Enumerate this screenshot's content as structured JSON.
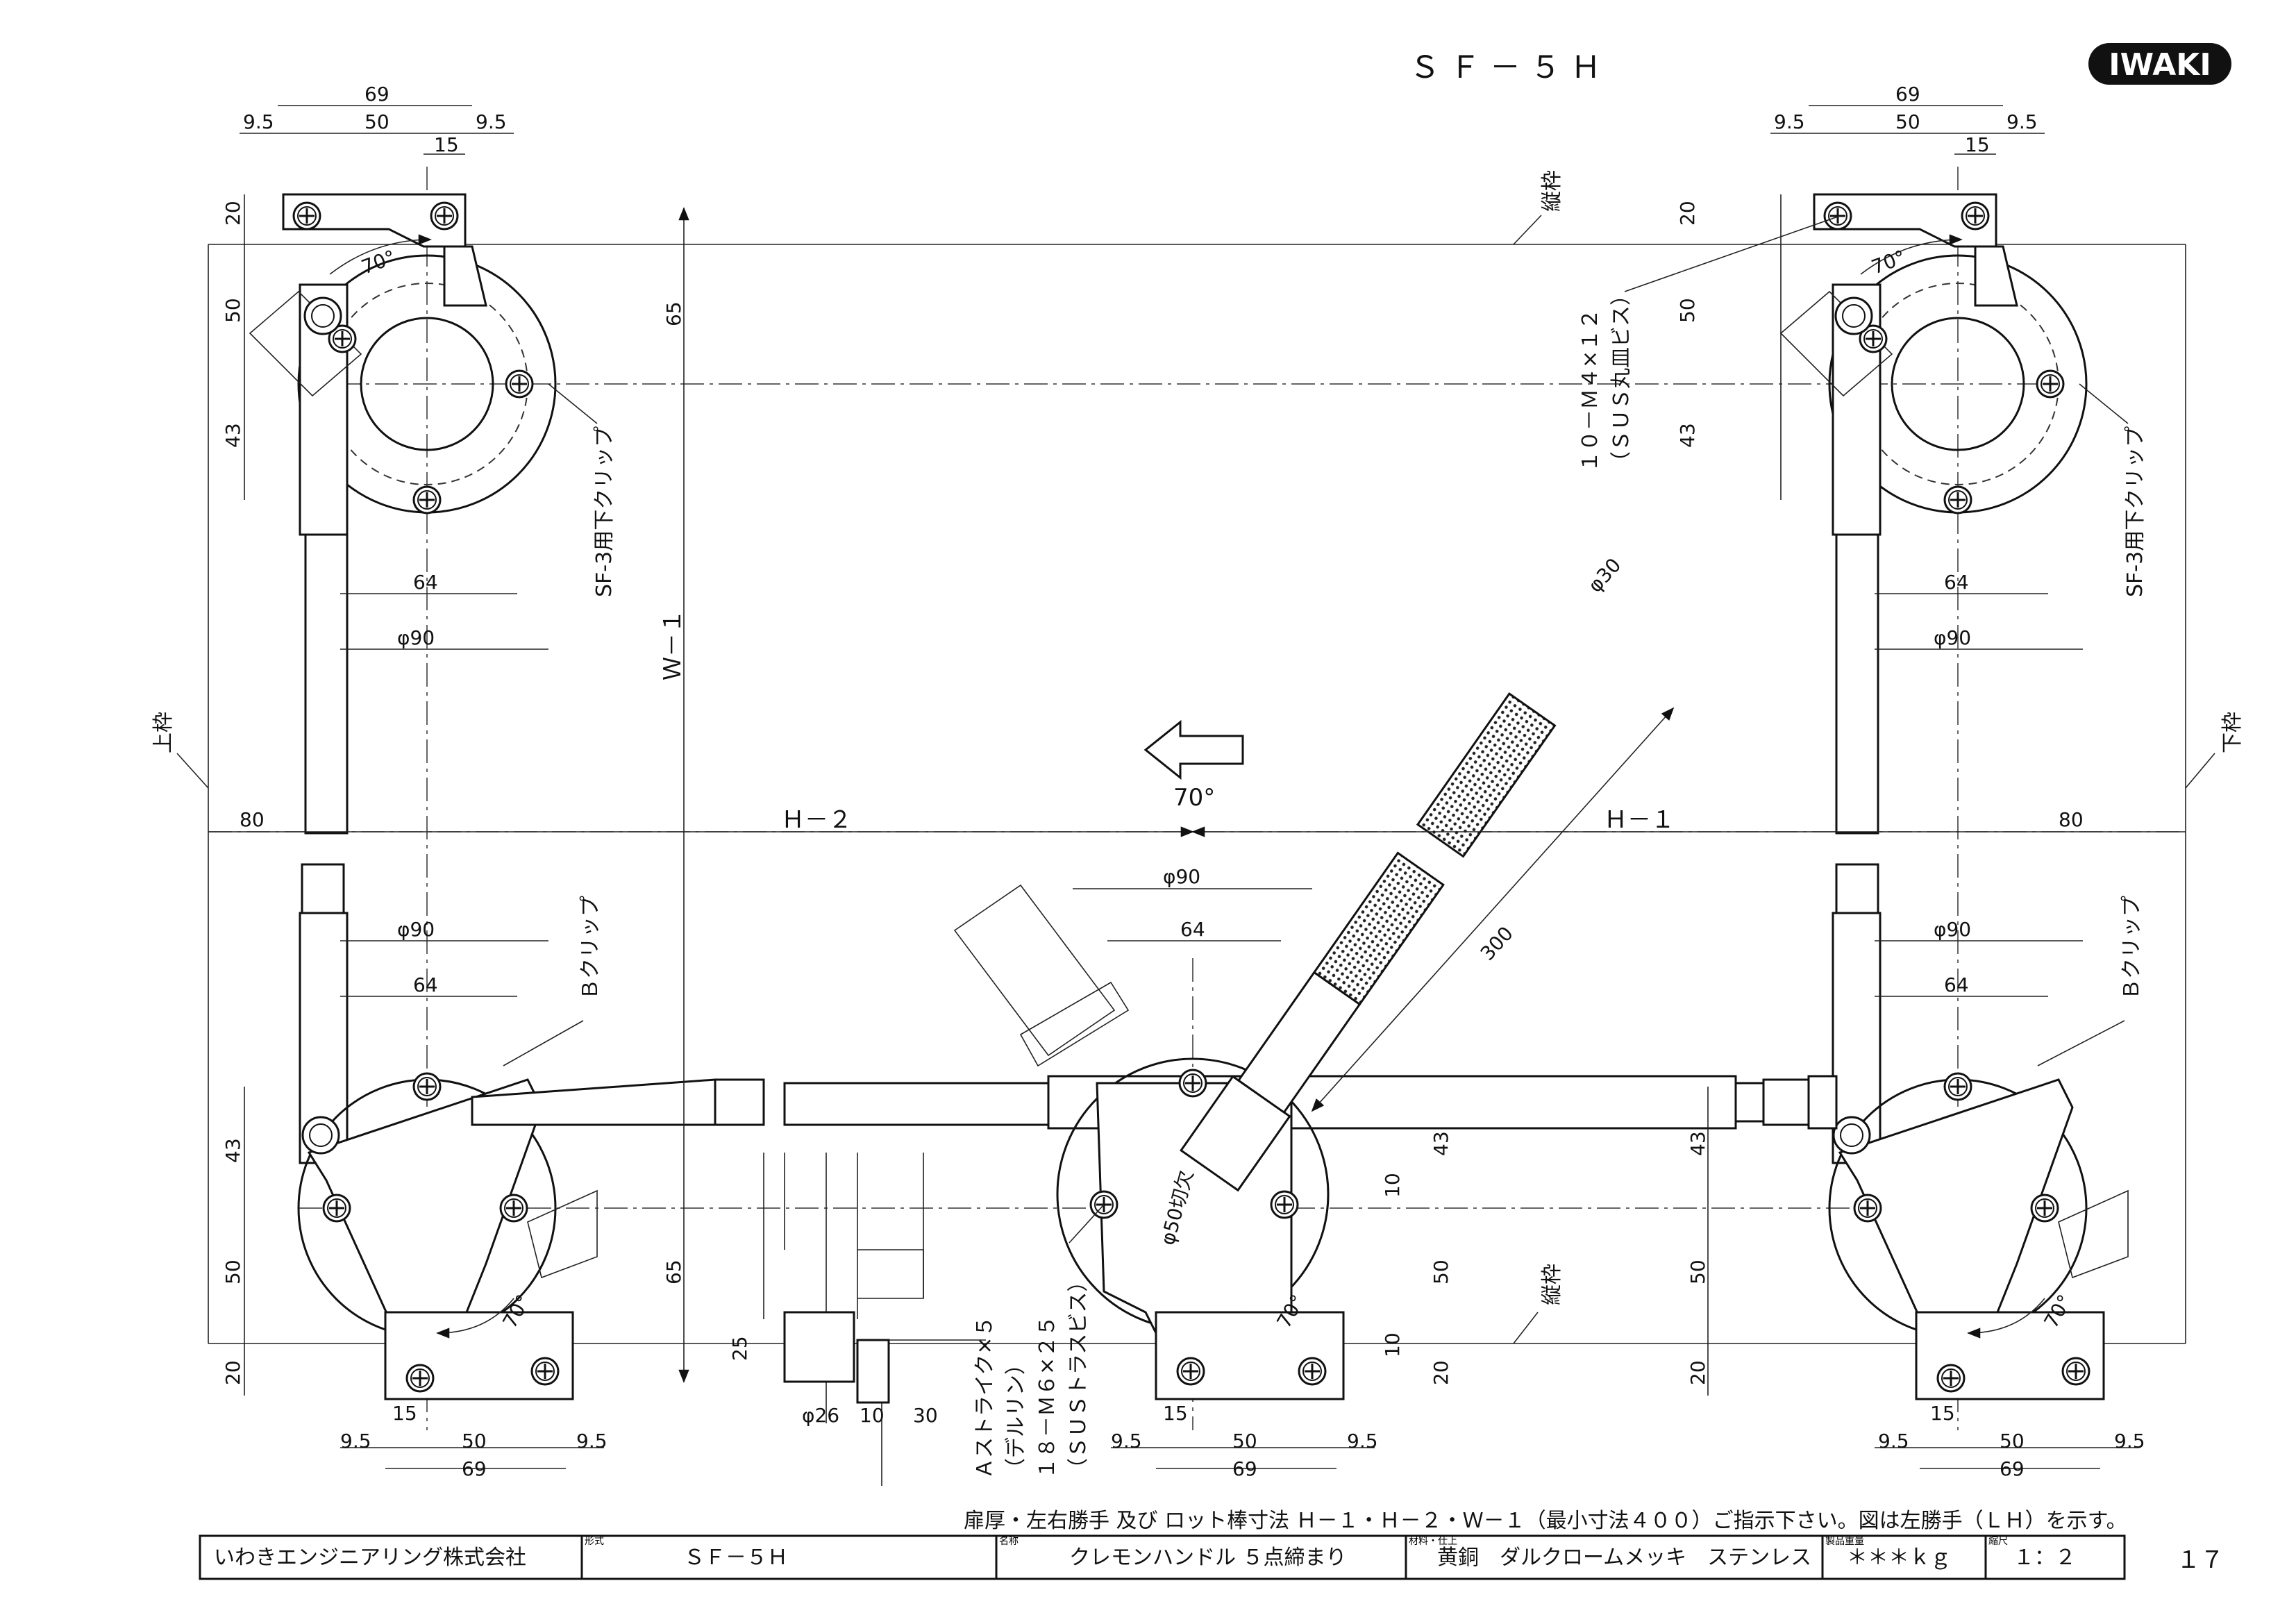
{
  "title": "ＳＦ－５Ｈ",
  "logo": "IWAKI",
  "page_number": "１７",
  "note": "扉厚・左右勝手 及び ロット棒寸法 Ｈ－１・Ｈ－２・Ｗ－１（最小寸法４００）ご指示下さい。図は左勝手（ＬＨ）を示す。",
  "title_block": {
    "company": "いわきエンジニアリング株式会社",
    "model_label": "形式",
    "model": "ＳＦ－５Ｈ",
    "name_label": "名称",
    "name": "クレモンハンドル ５点締まり",
    "material_label": "材料・仕上",
    "material": "黄銅　ダルクロームメッキ　ステンレス",
    "weight_label": "製品重量",
    "weight": "＊＊＊ｋｇ",
    "scale_label": "縮尺",
    "scale": "１：２"
  },
  "labels": {
    "jo_waku": "上枠",
    "ge_waku": "下枠",
    "tate_waku_top": "縦枠",
    "tate_waku_bottom": "縦枠",
    "screws": "１０－Ｍ４×１２",
    "screws_type": "（ＳＵＳ丸皿ビス）",
    "clip_top_left": "SF-3用下クリップ",
    "clip_top_right": "SF-3用下クリップ",
    "b_clip_left": "Ｂクリップ",
    "b_clip_right": "Ｂクリップ",
    "strike": "Ａストライク×５",
    "strike_material": "（デルリン）",
    "bolts": "１８－Ｍ６×２５",
    "bolts_type": "（ＳＵＳトラスビス）",
    "h1": "Ｈ－１",
    "h2": "Ｈ－２",
    "w1": "Ｗ－１",
    "angle_main": "70°",
    "angle_small": "70°",
    "cut_dia": "φ50切欠",
    "grip_dia": "φ30",
    "handle_len": "300"
  },
  "dims": {
    "d69": "69",
    "d50": "50",
    "d9_5": "9.5",
    "d15": "15",
    "d20": "20",
    "d65": "65",
    "d43": "43",
    "d64": "64",
    "d90": "φ90",
    "d80": "80",
    "d25": "25",
    "d26": "φ26",
    "d10": "10",
    "d30": "30"
  }
}
